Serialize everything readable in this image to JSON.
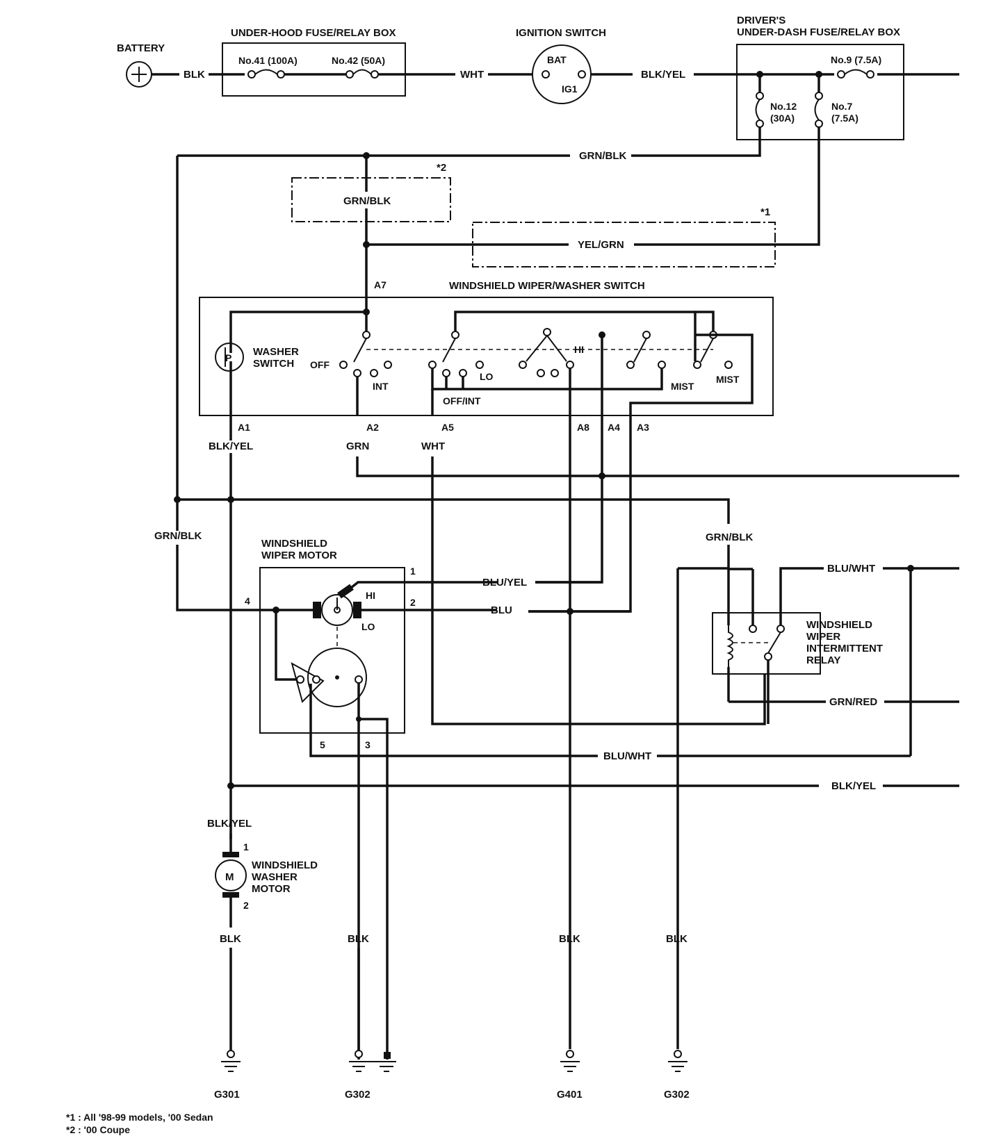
{
  "components": {
    "battery": "BATTERY",
    "underhood_box": "UNDER-HOOD FUSE/RELAY BOX",
    "ignition_switch": "IGNITION SWITCH",
    "ign_bat": "BAT",
    "ign_ig1": "IG1",
    "drivers_box_line1": "DRIVER'S",
    "drivers_box_line2": "UNDER-DASH FUSE/RELAY BOX",
    "wiper_switch": "WINDSHIELD WIPER/WASHER SWITCH",
    "washer_switch_line1": "WASHER",
    "washer_switch_line2": "SWITCH",
    "wiper_motor_line1": "WINDSHIELD",
    "wiper_motor_line2": "WIPER MOTOR",
    "relay_line1": "WINDSHIELD",
    "relay_line2": "WIPER",
    "relay_line3": "INTERMITTENT",
    "relay_line4": "RELAY",
    "washer_motor_line1": "WINDSHIELD",
    "washer_motor_line2": "WASHER",
    "washer_motor_line3": "MOTOR",
    "motor_symbol": "M"
  },
  "fuses": {
    "no41": "No.41 (100A)",
    "no42": "No.42 (50A)",
    "no9": "No.9 (7.5A)",
    "no12_a": "No.12",
    "no12_b": "(30A)",
    "no7_a": "No.7",
    "no7_b": "(7.5A)"
  },
  "wires": {
    "blk_battery": "BLK",
    "wht": "WHT",
    "blk_yel_top": "BLK/YEL",
    "grn_blk_top": "GRN/BLK",
    "grn_blk_box": "GRN/BLK",
    "yel_grn": "YEL/GRN",
    "blk_yel_a1": "BLK/YEL",
    "grn_a2": "GRN",
    "wht_a5": "WHT",
    "grn_blk_left": "GRN/BLK",
    "grn_blk_relay": "GRN/BLK",
    "blu_wht_relay": "BLU/WHT",
    "blu_yel": "BLU/YEL",
    "blu": "BLU",
    "grn_red": "GRN/RED",
    "blu_wht_bottom": "BLU/WHT",
    "blk_yel_bottom": "BLK/YEL",
    "blk_yel_washer": "BLK/YEL",
    "blk_1": "BLK",
    "blk_2": "BLK",
    "blk_3": "BLK",
    "blk_4": "BLK"
  },
  "switch_positions": {
    "off": "OFF",
    "int": "INT",
    "off_int": "OFF/INT",
    "lo": "LO",
    "hi": "HI",
    "mist_1": "MIST",
    "mist_2": "MIST"
  },
  "motor_terms": {
    "hi": "HI",
    "lo": "LO"
  },
  "terminals": {
    "a7": "A7",
    "a1": "A1",
    "a2": "A2",
    "a5": "A5",
    "a8": "A8",
    "a4": "A4",
    "a3": "A3",
    "m1": "1",
    "m2": "2",
    "m4": "4",
    "m5": "5",
    "m3": "3",
    "wm1": "1",
    "wm2": "2"
  },
  "grounds": {
    "g301": "G301",
    "g302_a": "G302",
    "g401": "G401",
    "g302_b": "G302"
  },
  "notes": {
    "star1_mark": "*1",
    "star2_mark": "*2",
    "star1": "*1 : All '98-99 models, '00 Sedan",
    "star2": "*2 : '00 Coupe"
  }
}
